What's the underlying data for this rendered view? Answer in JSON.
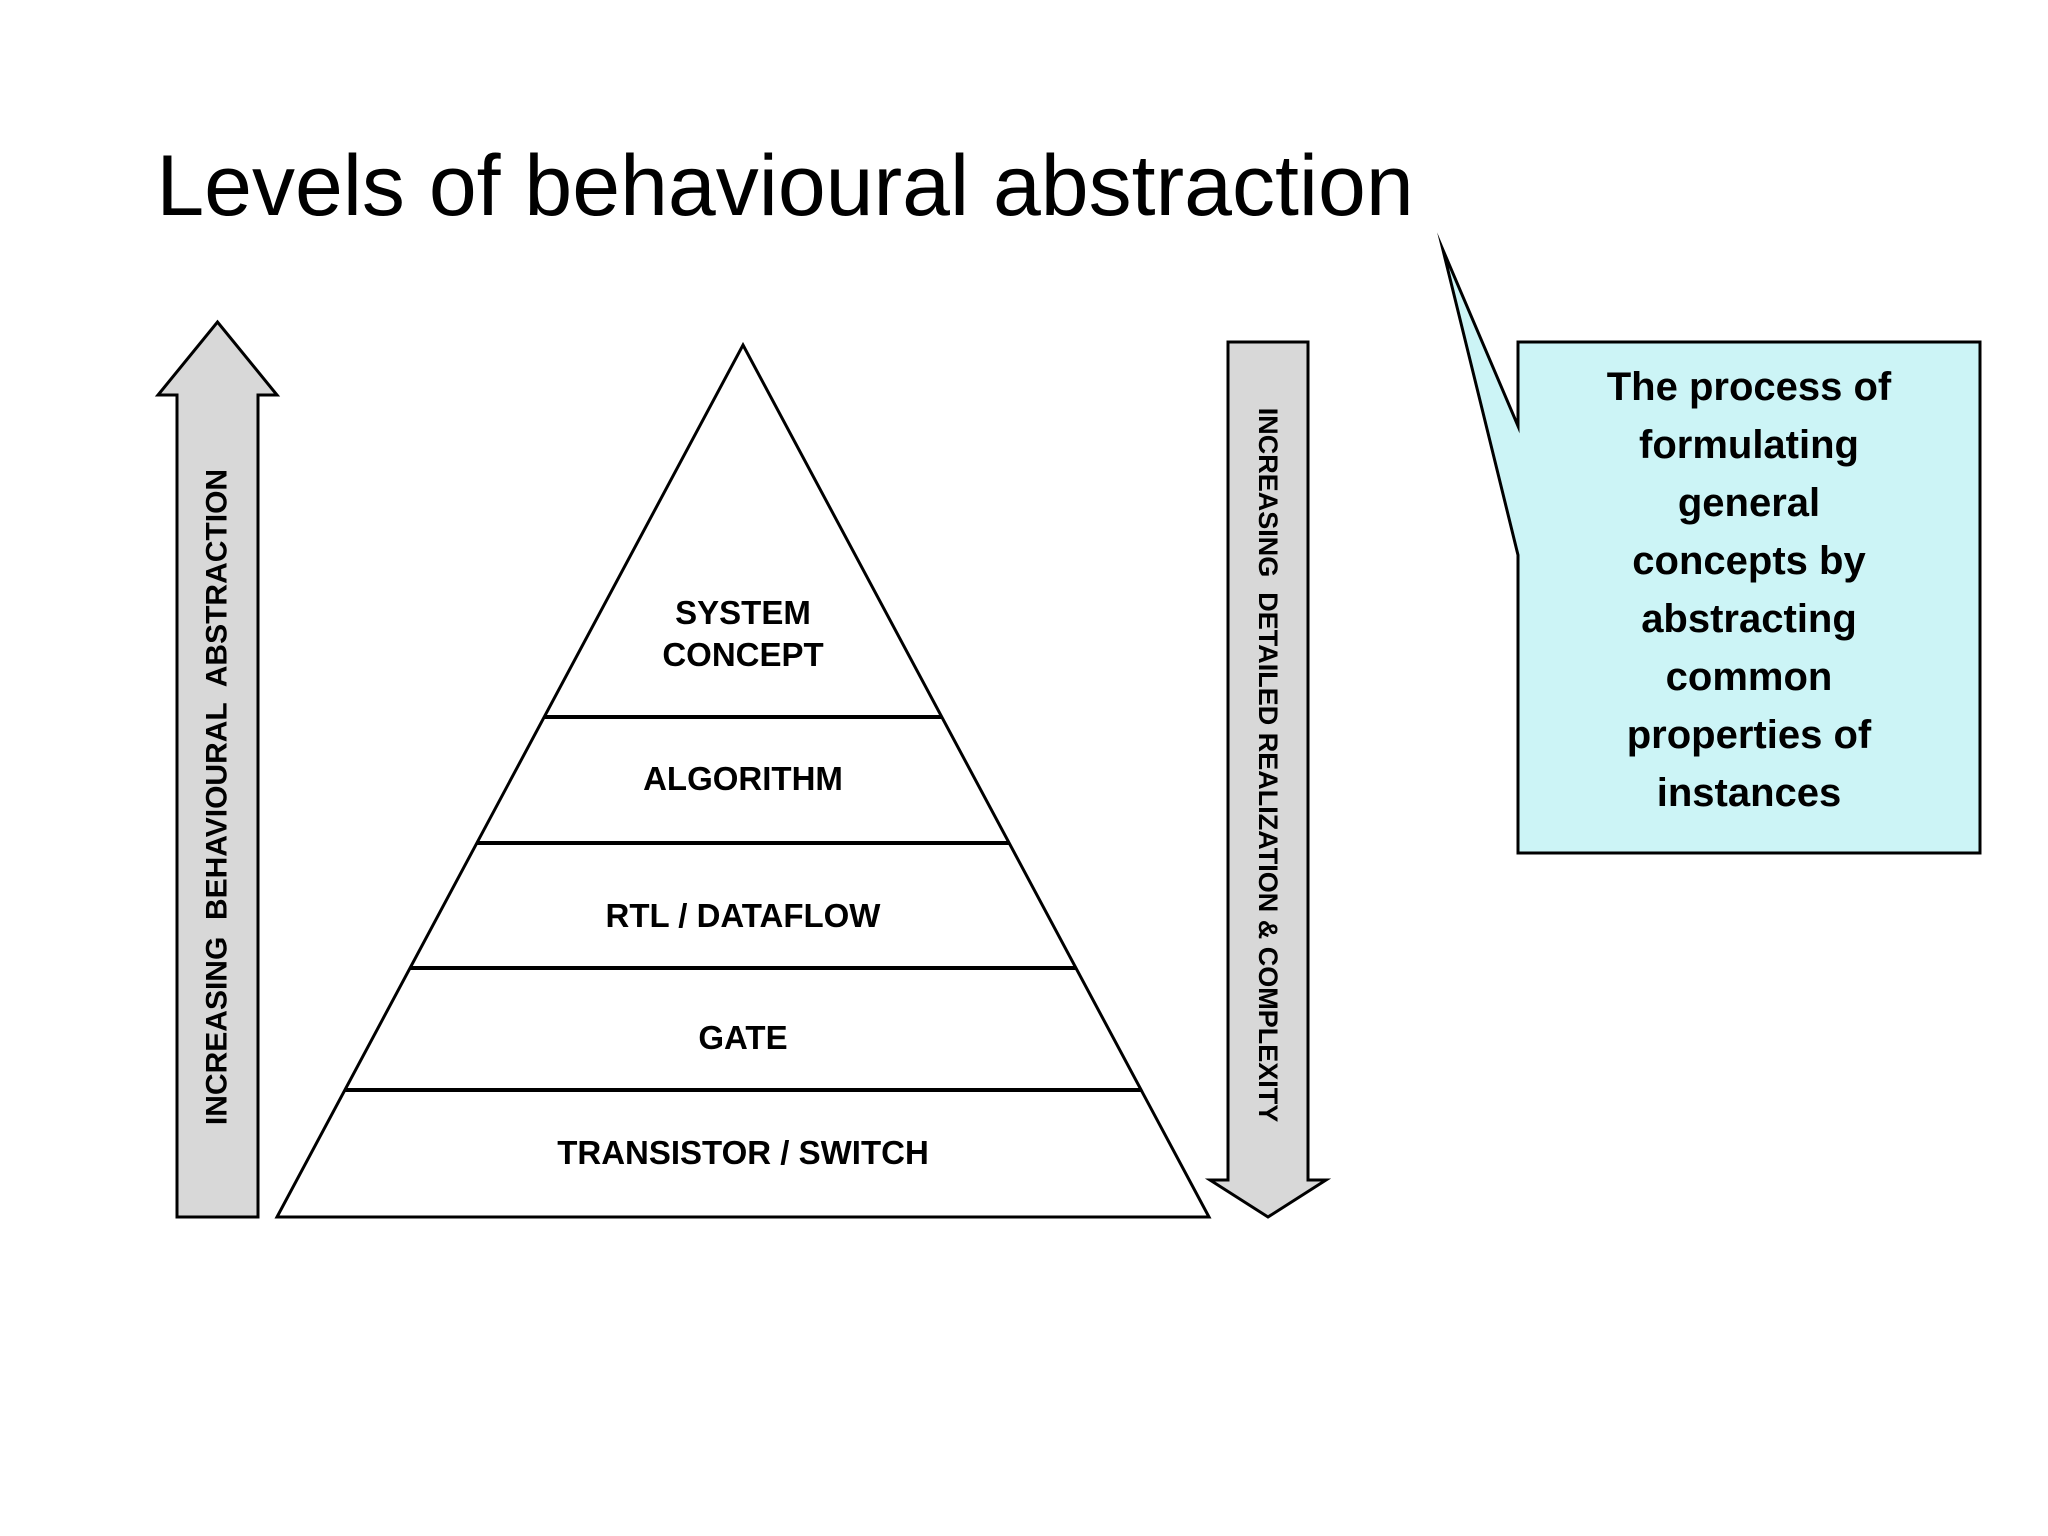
{
  "slide": {
    "title": "Levels of behavioural abstraction"
  },
  "left_arrow": {
    "label": "INCREASING  BEHAVIOURAL  ABSTRACTION",
    "direction": "up",
    "fill": "#d8d8d8"
  },
  "right_arrow": {
    "label": "INCREASING  DETAILED REALIZATION & COMPLEXITY",
    "direction": "down",
    "fill": "#d8d8d8"
  },
  "pyramid": {
    "levels": [
      {
        "name": "system-concept",
        "lines": [
          "SYSTEM",
          "CONCEPT"
        ]
      },
      {
        "name": "algorithm",
        "lines": [
          "ALGORITHM"
        ]
      },
      {
        "name": "rtl-dataflow",
        "lines": [
          "RTL / DATAFLOW"
        ]
      },
      {
        "name": "gate",
        "lines": [
          "GATE"
        ]
      },
      {
        "name": "transistor-switch",
        "lines": [
          "TRANSISTOR / SWITCH"
        ]
      }
    ]
  },
  "callout": {
    "fill": "#ccf4f6",
    "lines": [
      "The process of",
      "formulating",
      "general",
      "concepts by",
      "abstracting",
      "common",
      "properties of",
      "instances"
    ]
  }
}
